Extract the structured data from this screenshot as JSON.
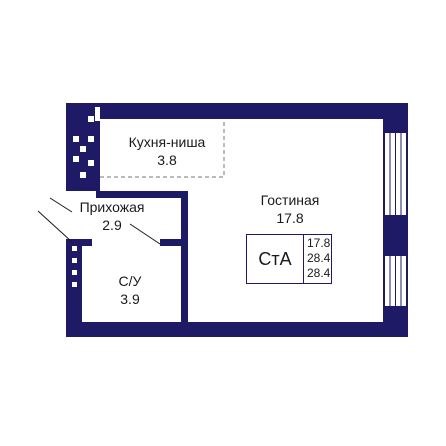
{
  "plan": {
    "wall_color": "#1f1a66",
    "background_color": "#ffffff",
    "rooms": [
      {
        "name": "Кухня-ниша",
        "area": "3.8"
      },
      {
        "name": "Гостиная",
        "area": "17.8"
      },
      {
        "name": "Прихожая",
        "area": "2.9"
      },
      {
        "name": "С/У",
        "area": "3.9"
      }
    ],
    "info_box": {
      "code": "СтА",
      "areas": [
        "17.8",
        "28.4",
        "28.4"
      ]
    }
  }
}
